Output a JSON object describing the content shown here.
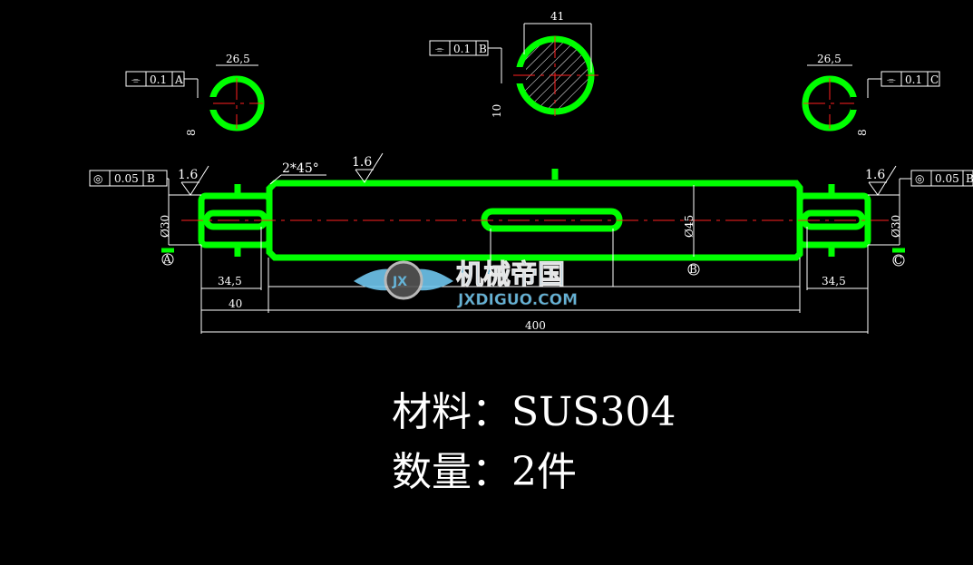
{
  "sections": {
    "left": {
      "diameter": "26,5",
      "key_depth": "8",
      "tol_symbol": "symmetry",
      "tol_value": "0.1",
      "datum": "A"
    },
    "center": {
      "diameter": "41",
      "key_depth": "10",
      "tol_symbol": "symmetry",
      "tol_value": "0.1",
      "datum": "B"
    },
    "right": {
      "diameter": "26,5",
      "key_depth": "8",
      "tol_symbol": "symmetry",
      "tol_value": "0.1",
      "datum": "C"
    }
  },
  "shaft": {
    "left_runout": {
      "tol_value": "0.05",
      "datum": "B"
    },
    "right_runout": {
      "tol_value": "0.05",
      "datum": "B"
    },
    "roughness_left": "1.6",
    "roughness_mid": "1.6",
    "roughness_right": "1.6",
    "chamfer": "2*45°",
    "left_dia": "Ø30",
    "mid_dia": "Ø45",
    "right_dia": "Ø30",
    "datum_a": "A",
    "datum_b": "B",
    "datum_c": "C",
    "dim_left_key": "34,5",
    "dim_right_key": "34,5",
    "dim_left_step": "40",
    "dim_total": "400"
  },
  "watermark": {
    "cn": "机械帝国",
    "en": "JXDIGUO.COM",
    "badge": "JX"
  },
  "notes": {
    "material": "材料：SUS304",
    "quantity": "数量：2件"
  },
  "colors": {
    "outline": "#00ff00",
    "centerline": "#ff2020",
    "dimension": "#ffffff",
    "background": "#000000"
  }
}
